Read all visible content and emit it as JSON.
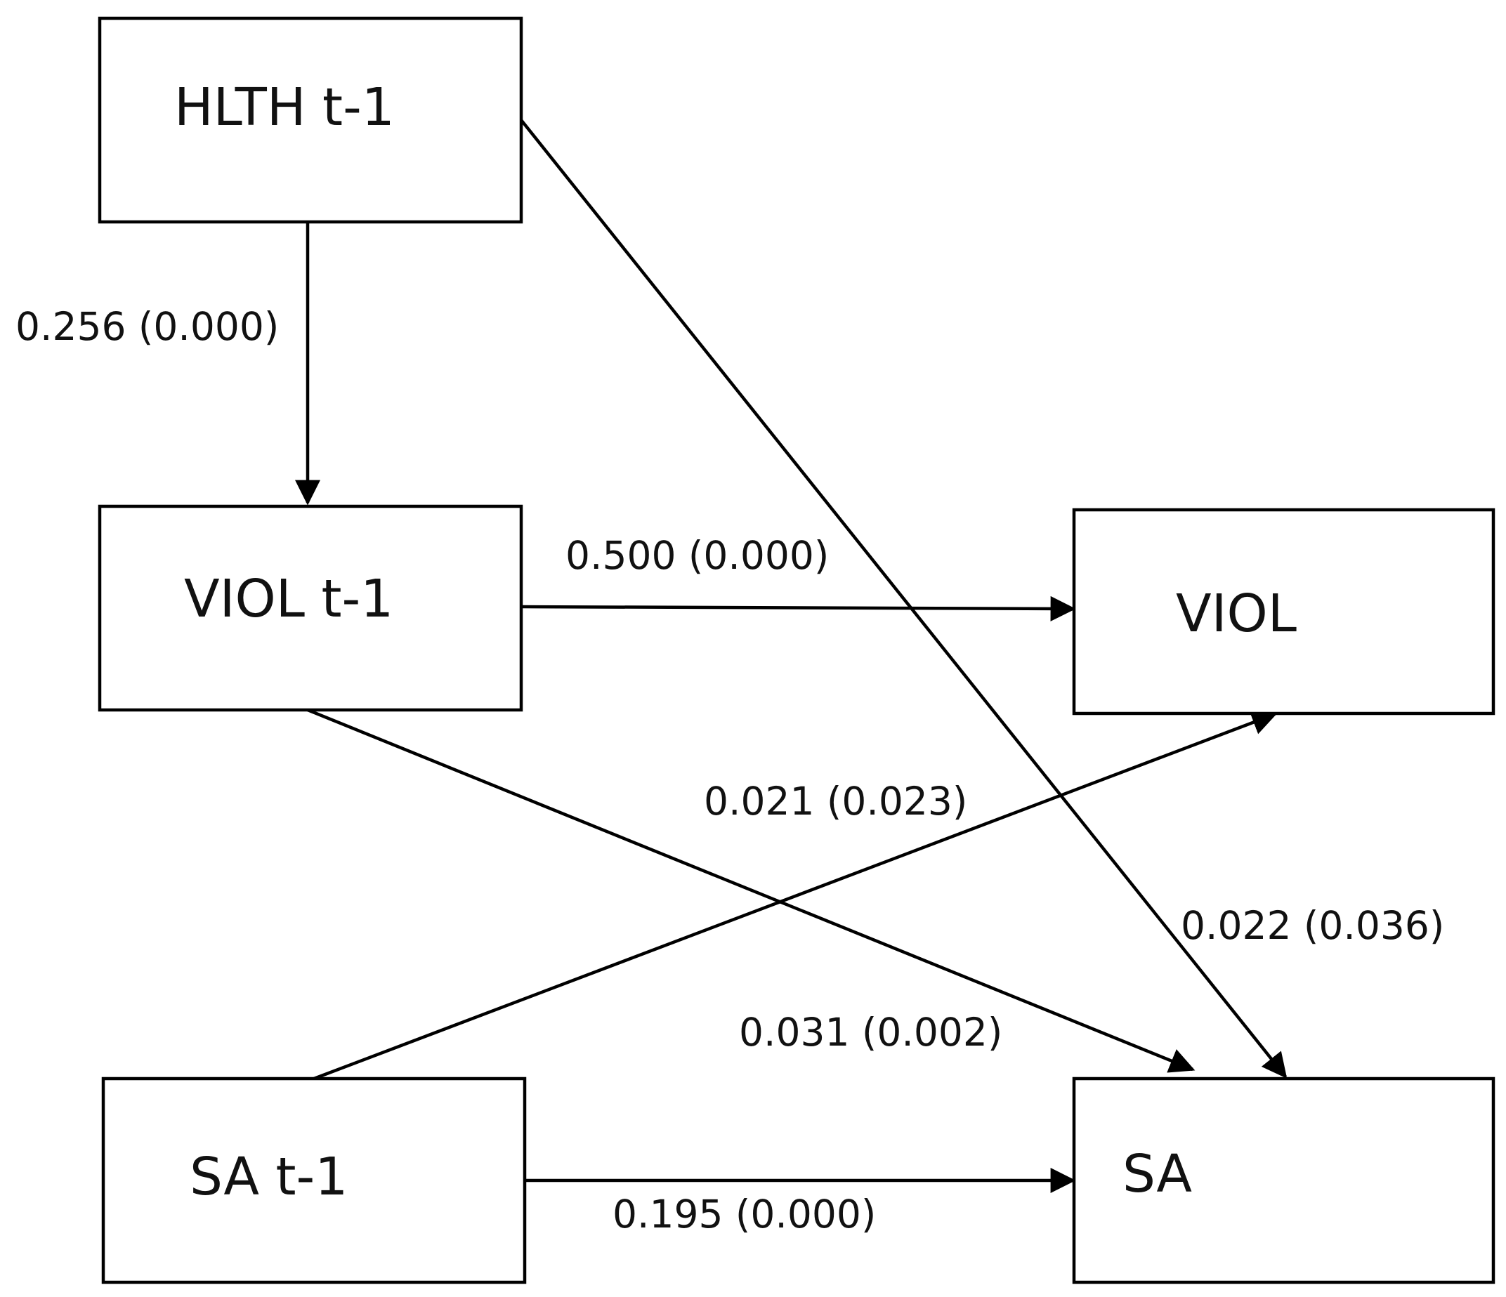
{
  "nodes": {
    "hlth_t1": {
      "label": "HLTH t-1"
    },
    "viol_t1": {
      "label": "VIOL t-1"
    },
    "viol": {
      "label": "VIOL"
    },
    "sa_t1": {
      "label": "SA t-1"
    },
    "sa": {
      "label": "SA"
    }
  },
  "edges": {
    "hlth_t1_to_viol_t1": {
      "from": "HLTH t-1",
      "to": "VIOL t-1",
      "label": "0.256 (0.000)"
    },
    "viol_t1_to_viol": {
      "from": "VIOL t-1",
      "to": "VIOL",
      "label": "0.500 (0.000)"
    },
    "sa_t1_to_viol": {
      "from": "SA t-1",
      "to": "VIOL",
      "label": "0.021 (0.023)"
    },
    "hlth_t1_to_sa": {
      "from": "HLTH t-1",
      "to": "SA",
      "label": "0.022 (0.036)"
    },
    "viol_t1_to_sa": {
      "from": "VIOL t-1",
      "to": "SA",
      "label": "0.031 (0.002)"
    },
    "sa_t1_to_sa": {
      "from": "SA t-1",
      "to": "SA",
      "label": "0.195 (0.000)"
    }
  },
  "colors": {
    "stroke": "#000000",
    "text": "#111111",
    "background": "#ffffff"
  }
}
